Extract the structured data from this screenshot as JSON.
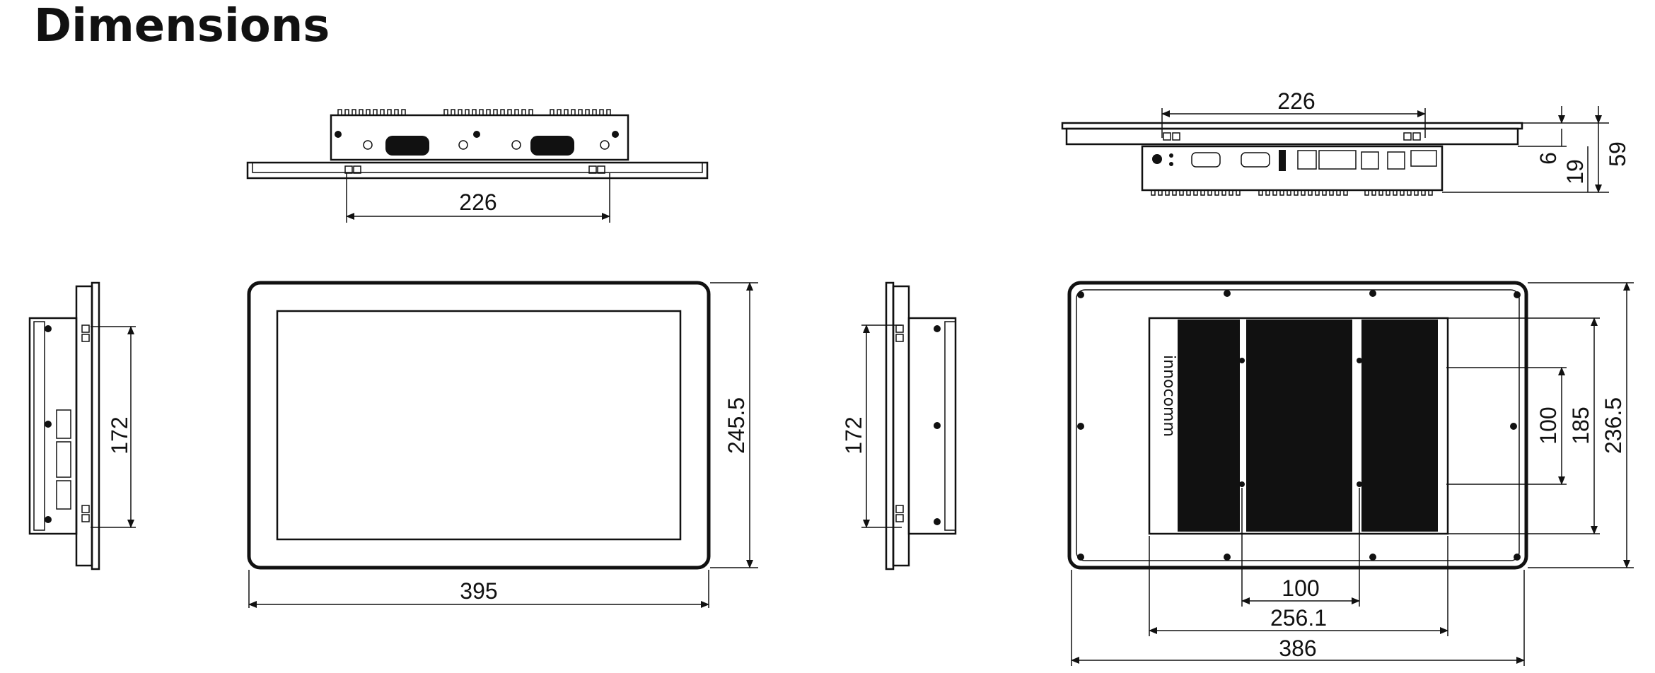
{
  "page": {
    "title": "Dimensions"
  },
  "colors": {
    "line": "#111111",
    "background": "#ffffff",
    "heatsink": "#111111"
  },
  "top_view_front": {
    "width_label": "226"
  },
  "front_view": {
    "width_label": "395",
    "height_label": "245.5"
  },
  "side_view_left": {
    "height_label": "172"
  },
  "side_view_right": {
    "height_label": "172"
  },
  "top_view_rear": {
    "width_label": "226",
    "depth_labels": [
      "6",
      "19",
      "59"
    ]
  },
  "rear_view": {
    "logo_text": "innocomm",
    "vesa_width_label": "100",
    "chassis_width_label": "256.1",
    "overall_width_label": "386",
    "vesa_height_label": "100",
    "chassis_height_label": "185",
    "overall_height_label": "236.5"
  }
}
